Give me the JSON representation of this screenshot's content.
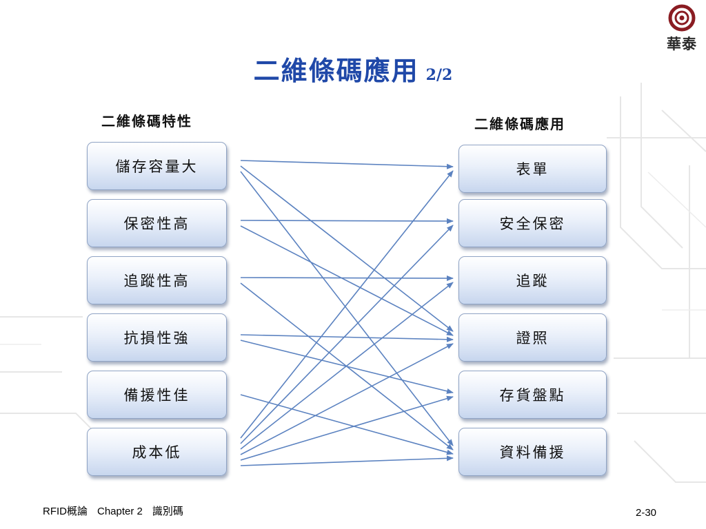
{
  "logo": {
    "text": "華泰"
  },
  "title": {
    "main": "二維條碼應用",
    "page": "2/2"
  },
  "left_column": {
    "heading": "二維條碼特性",
    "items": [
      "儲存容量大",
      "保密性高",
      "追蹤性高",
      "抗損性強",
      "備援性佳",
      "成本低"
    ]
  },
  "right_column": {
    "heading": "二維條碼應用",
    "items": [
      "表單",
      "安全保密",
      "追蹤",
      "證照",
      "存貨盤點",
      "資料備援"
    ]
  },
  "connections": [
    {
      "from": "儲存容量大",
      "to": "表單"
    },
    {
      "from": "儲存容量大",
      "to": "證照"
    },
    {
      "from": "儲存容量大",
      "to": "資料備援"
    },
    {
      "from": "保密性高",
      "to": "安全保密"
    },
    {
      "from": "保密性高",
      "to": "證照"
    },
    {
      "from": "追蹤性高",
      "to": "追蹤"
    },
    {
      "from": "追蹤性高",
      "to": "資料備援"
    },
    {
      "from": "抗損性強",
      "to": "證照"
    },
    {
      "from": "抗損性強",
      "to": "存貨盤點"
    },
    {
      "from": "備援性佳",
      "to": "資料備援"
    },
    {
      "from": "成本低",
      "to": "表單"
    },
    {
      "from": "成本低",
      "to": "安全保密"
    },
    {
      "from": "成本低",
      "to": "追蹤"
    },
    {
      "from": "成本低",
      "to": "證照"
    },
    {
      "from": "成本低",
      "to": "存貨盤點"
    },
    {
      "from": "成本低",
      "to": "資料備援"
    }
  ],
  "footer": {
    "course": "RFID概論",
    "chapter": "Chapter 2",
    "topic": "識別碼",
    "page_number": "2-30"
  },
  "colors": {
    "title": "#1f48a8",
    "arrow": "#5b82c0",
    "box_border": "#8fa3c4"
  }
}
